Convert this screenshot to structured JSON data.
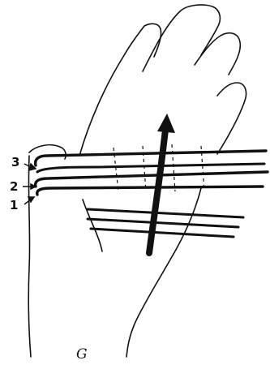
{
  "figure": {
    "caption": "G",
    "loop_labels": [
      "3",
      "2",
      "1"
    ],
    "ink_color": "#111111",
    "background": "#ffffff"
  }
}
